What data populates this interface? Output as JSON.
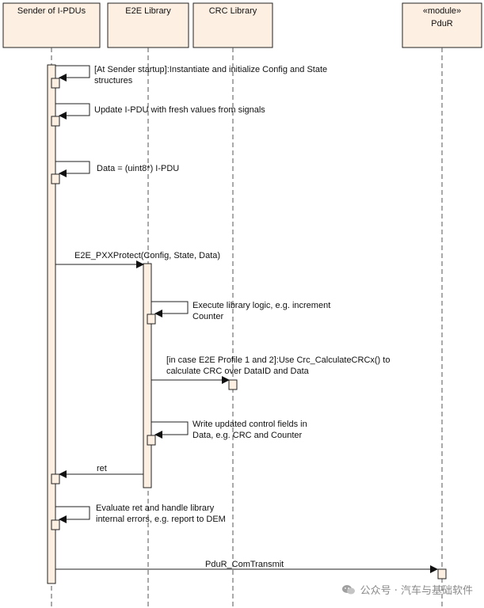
{
  "lifelines": [
    {
      "id": "sender",
      "label": "Sender of I-PDUs"
    },
    {
      "id": "e2e",
      "label": "E2E Library"
    },
    {
      "id": "crc",
      "label": "CRC Library"
    },
    {
      "id": "pdur",
      "stereotype": "«module»",
      "label": "PduR"
    }
  ],
  "messages": {
    "init": [
      "[At Sender startup]:Instantiate and initialize Config and State",
      "structures"
    ],
    "update": [
      "Update I-PDU with fresh values from signals"
    ],
    "data": [
      "Data = (uint8*) I-PDU"
    ],
    "protect": [
      "E2E_PXXProtect(Config, State, Data)"
    ],
    "logic": [
      "Execute library logic, e.g. increment",
      "Counter"
    ],
    "crc": [
      "[in case E2E Profile 1 and 2]:Use Crc_CalculateCRCx() to",
      "calculate CRC over DataID and Data"
    ],
    "write": [
      "Write updated control fields in",
      "Data, e.g. CRC and Counter"
    ],
    "ret": [
      "ret"
    ],
    "evaluate": [
      "Evaluate ret and handle library",
      "internal errors, e.g. report to DEM"
    ],
    "transmit": [
      "PduR_ComTransmit"
    ]
  },
  "watermark": "公众号 · 汽车与基础软件",
  "colors": {
    "header_fill": "#fdf0e3",
    "activation_fill": "#fdf0e3",
    "line": "#222222",
    "lifeline": "#555555"
  }
}
